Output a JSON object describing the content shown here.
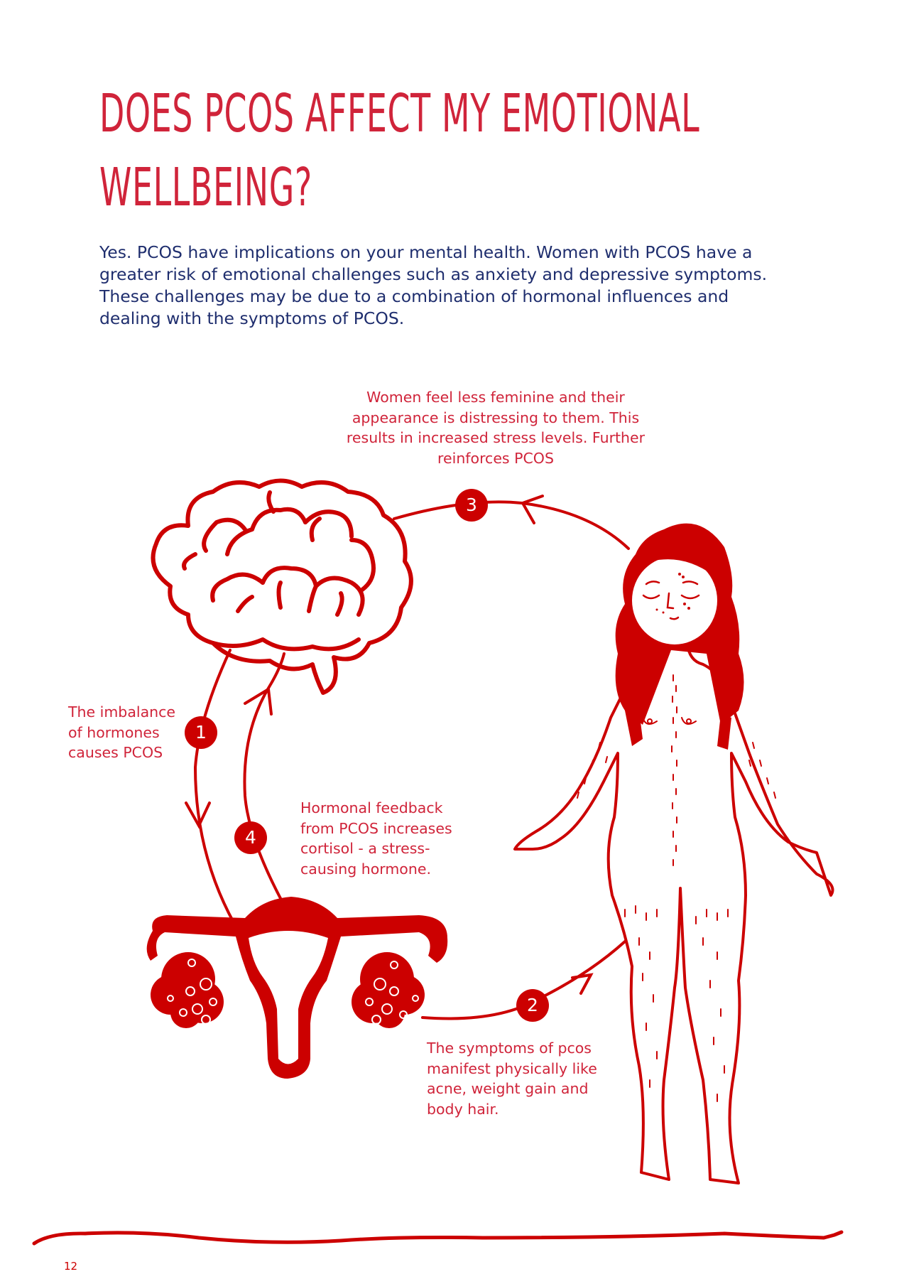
{
  "page": {
    "title_lines": [
      "Does PCOS Affect my emotional",
      "wellbeing?"
    ],
    "intro": "Yes. PCOS have implications on your mental health. Women with PCOS have a greater risk of emotional challenges such as anxiety and depressive symptoms. These challenges may be due to a combination of hormonal influences and dealing with the symptoms of PCOS.",
    "page_number": "12"
  },
  "cycle": {
    "steps": [
      {
        "number": "1",
        "caption": "The imbalance of hormones causes PCOS"
      },
      {
        "number": "2",
        "caption": "The symptoms of pcos manifest physically like acne, weight gain and body hair."
      },
      {
        "number": "3",
        "caption": "Women feel less feminine and their appearance is distressing to them. This results in increased stress levels. Further reinforces PCOS"
      },
      {
        "number": "4",
        "caption": "Hormonal feedback from PCOS  increases cortisol - a stress-causing hormone."
      }
    ],
    "illustrations": [
      "brain-icon",
      "uterus-ovaries-icon",
      "woman-figure-icon"
    ]
  },
  "colors": {
    "title": "#d0243a",
    "body_text": "#1f2e6e",
    "accent_red": "#cc0000",
    "background": "#ffffff"
  }
}
